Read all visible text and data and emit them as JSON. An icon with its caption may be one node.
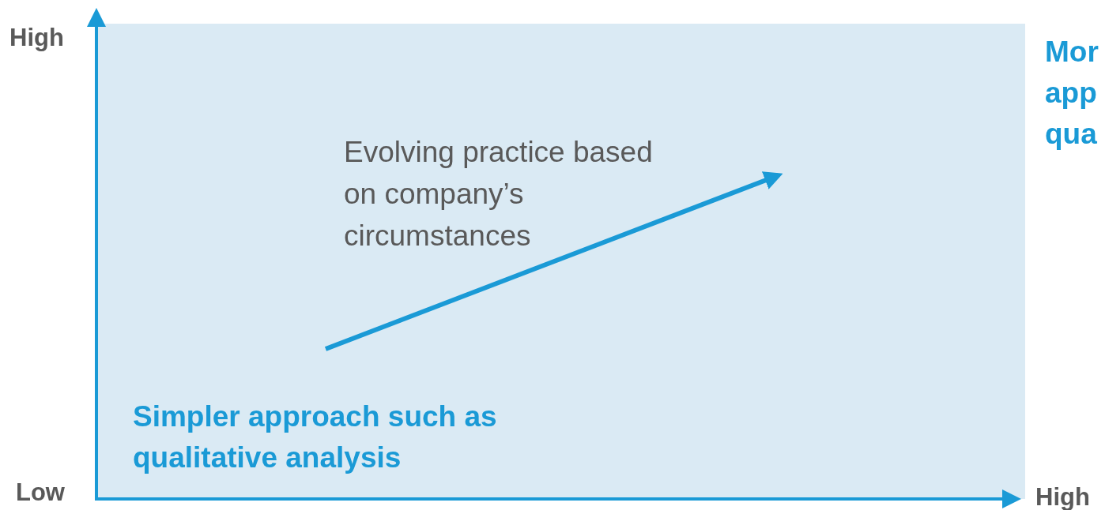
{
  "diagram": {
    "labels": [
      "High",
      "Mor app qua",
      "Evolving practice based on company’s circumstances",
      "Simpler approach such as qualitative analysis",
      "Low",
      "High"
    ]
  }
}
